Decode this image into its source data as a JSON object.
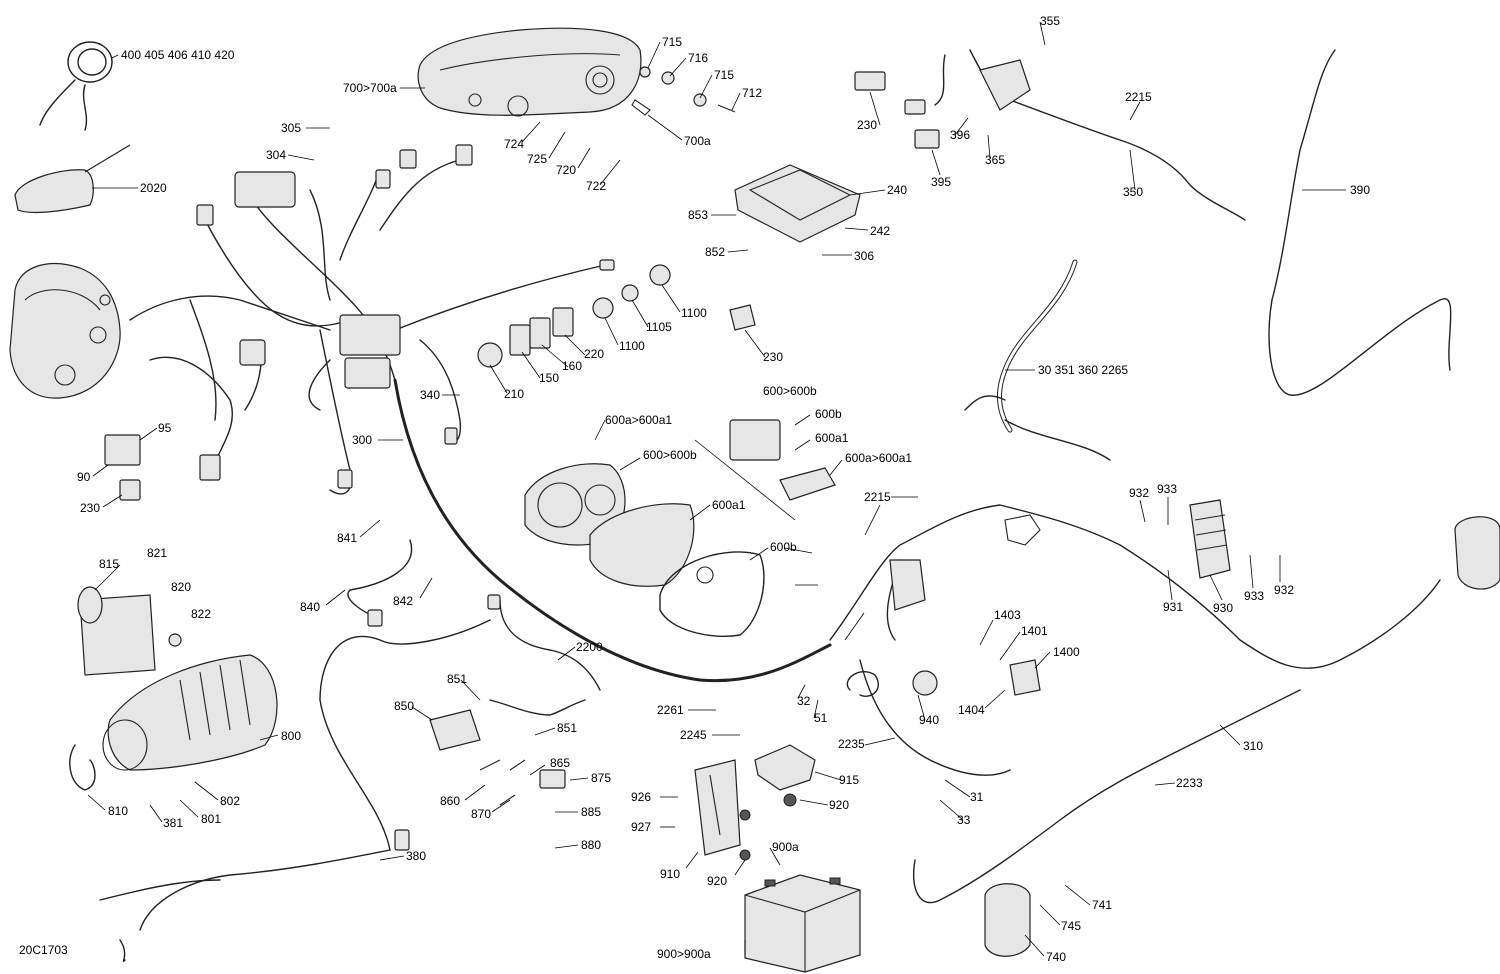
{
  "diagram_code": "20C1703",
  "callouts": [
    {
      "id": "c400",
      "text": "400 405 406 410 420"
    },
    {
      "id": "c2020",
      "text": "2020"
    },
    {
      "id": "c305",
      "text": "305"
    },
    {
      "id": "c304",
      "text": "304"
    },
    {
      "id": "c700_700a",
      "text": "700>700a"
    },
    {
      "id": "c715a",
      "text": "715"
    },
    {
      "id": "c716",
      "text": "716"
    },
    {
      "id": "c715b",
      "text": "715"
    },
    {
      "id": "c712",
      "text": "712"
    },
    {
      "id": "c700a",
      "text": "700a"
    },
    {
      "id": "c724",
      "text": "724"
    },
    {
      "id": "c725",
      "text": "725"
    },
    {
      "id": "c720",
      "text": "720"
    },
    {
      "id": "c722",
      "text": "722"
    },
    {
      "id": "c355",
      "text": "355"
    },
    {
      "id": "c230a",
      "text": "230"
    },
    {
      "id": "c396",
      "text": "396"
    },
    {
      "id": "c365",
      "text": "365"
    },
    {
      "id": "c395",
      "text": "395"
    },
    {
      "id": "c2215a",
      "text": "2215"
    },
    {
      "id": "c350",
      "text": "350"
    },
    {
      "id": "c390",
      "text": "390"
    },
    {
      "id": "c240",
      "text": "240"
    },
    {
      "id": "c853",
      "text": "853"
    },
    {
      "id": "c242",
      "text": "242"
    },
    {
      "id": "c852",
      "text": "852"
    },
    {
      "id": "c306",
      "text": "306"
    },
    {
      "id": "c1100a",
      "text": "1100"
    },
    {
      "id": "c1105",
      "text": "1105"
    },
    {
      "id": "c1100b",
      "text": "1100"
    },
    {
      "id": "c220",
      "text": "220"
    },
    {
      "id": "c160",
      "text": "160"
    },
    {
      "id": "c150",
      "text": "150"
    },
    {
      "id": "c210",
      "text": "210"
    },
    {
      "id": "c230b",
      "text": "230"
    },
    {
      "id": "c30",
      "text": "30 351 360 2265"
    },
    {
      "id": "c340",
      "text": "340"
    },
    {
      "id": "c300",
      "text": "300"
    },
    {
      "id": "c95",
      "text": "95"
    },
    {
      "id": "c90",
      "text": "90"
    },
    {
      "id": "c230c",
      "text": "230"
    },
    {
      "id": "c600_600b_a",
      "text": "600>600b"
    },
    {
      "id": "c600b_a",
      "text": "600b"
    },
    {
      "id": "c600a1_a",
      "text": "600a1"
    },
    {
      "id": "c600a_600a1_a",
      "text": "600a>600a1"
    },
    {
      "id": "c600a_600a1_b",
      "text": "600a>600a1"
    },
    {
      "id": "c600_600b_b",
      "text": "600>600b"
    },
    {
      "id": "c600a1_b",
      "text": "600a1"
    },
    {
      "id": "c600b_b",
      "text": "600b"
    },
    {
      "id": "c2215b",
      "text": "2215"
    },
    {
      "id": "c932a",
      "text": "932"
    },
    {
      "id": "c933a",
      "text": "933"
    },
    {
      "id": "c931",
      "text": "931"
    },
    {
      "id": "c930",
      "text": "930"
    },
    {
      "id": "c933b",
      "text": "933"
    },
    {
      "id": "c932b",
      "text": "932"
    },
    {
      "id": "c841",
      "text": "841"
    },
    {
      "id": "c840",
      "text": "840"
    },
    {
      "id": "c842",
      "text": "842"
    },
    {
      "id": "c815",
      "text": "815"
    },
    {
      "id": "c821",
      "text": "821"
    },
    {
      "id": "c820",
      "text": "820"
    },
    {
      "id": "c822",
      "text": "822"
    },
    {
      "id": "c800",
      "text": "800"
    },
    {
      "id": "c810",
      "text": "810"
    },
    {
      "id": "c381",
      "text": "381"
    },
    {
      "id": "c801",
      "text": "801"
    },
    {
      "id": "c802",
      "text": "802"
    },
    {
      "id": "c2200",
      "text": "2200"
    },
    {
      "id": "c851a",
      "text": "851"
    },
    {
      "id": "c850",
      "text": "850"
    },
    {
      "id": "c851b",
      "text": "851"
    },
    {
      "id": "c865",
      "text": "865"
    },
    {
      "id": "c875",
      "text": "875"
    },
    {
      "id": "c860",
      "text": "860"
    },
    {
      "id": "c870",
      "text": "870"
    },
    {
      "id": "c885",
      "text": "885"
    },
    {
      "id": "c880",
      "text": "880"
    },
    {
      "id": "c380",
      "text": "380"
    },
    {
      "id": "c1403",
      "text": "1403"
    },
    {
      "id": "c1401",
      "text": "1401"
    },
    {
      "id": "c1400",
      "text": "1400"
    },
    {
      "id": "c1404",
      "text": "1404"
    },
    {
      "id": "c32",
      "text": "32"
    },
    {
      "id": "c51",
      "text": "51"
    },
    {
      "id": "c940",
      "text": "940"
    },
    {
      "id": "c2261",
      "text": "2261"
    },
    {
      "id": "c2245",
      "text": "2245"
    },
    {
      "id": "c2235",
      "text": "2235"
    },
    {
      "id": "c310",
      "text": "310"
    },
    {
      "id": "c915",
      "text": "915"
    },
    {
      "id": "c920a",
      "text": "920"
    },
    {
      "id": "c31",
      "text": "31"
    },
    {
      "id": "c33",
      "text": "33"
    },
    {
      "id": "c2233",
      "text": "2233"
    },
    {
      "id": "c926",
      "text": "926"
    },
    {
      "id": "c927",
      "text": "927"
    },
    {
      "id": "c910",
      "text": "910"
    },
    {
      "id": "c920b",
      "text": "920"
    },
    {
      "id": "c900a",
      "text": "900a"
    },
    {
      "id": "c900_900a",
      "text": "900>900a"
    },
    {
      "id": "c741",
      "text": "741"
    },
    {
      "id": "c745",
      "text": "745"
    },
    {
      "id": "c740",
      "text": "740"
    }
  ]
}
